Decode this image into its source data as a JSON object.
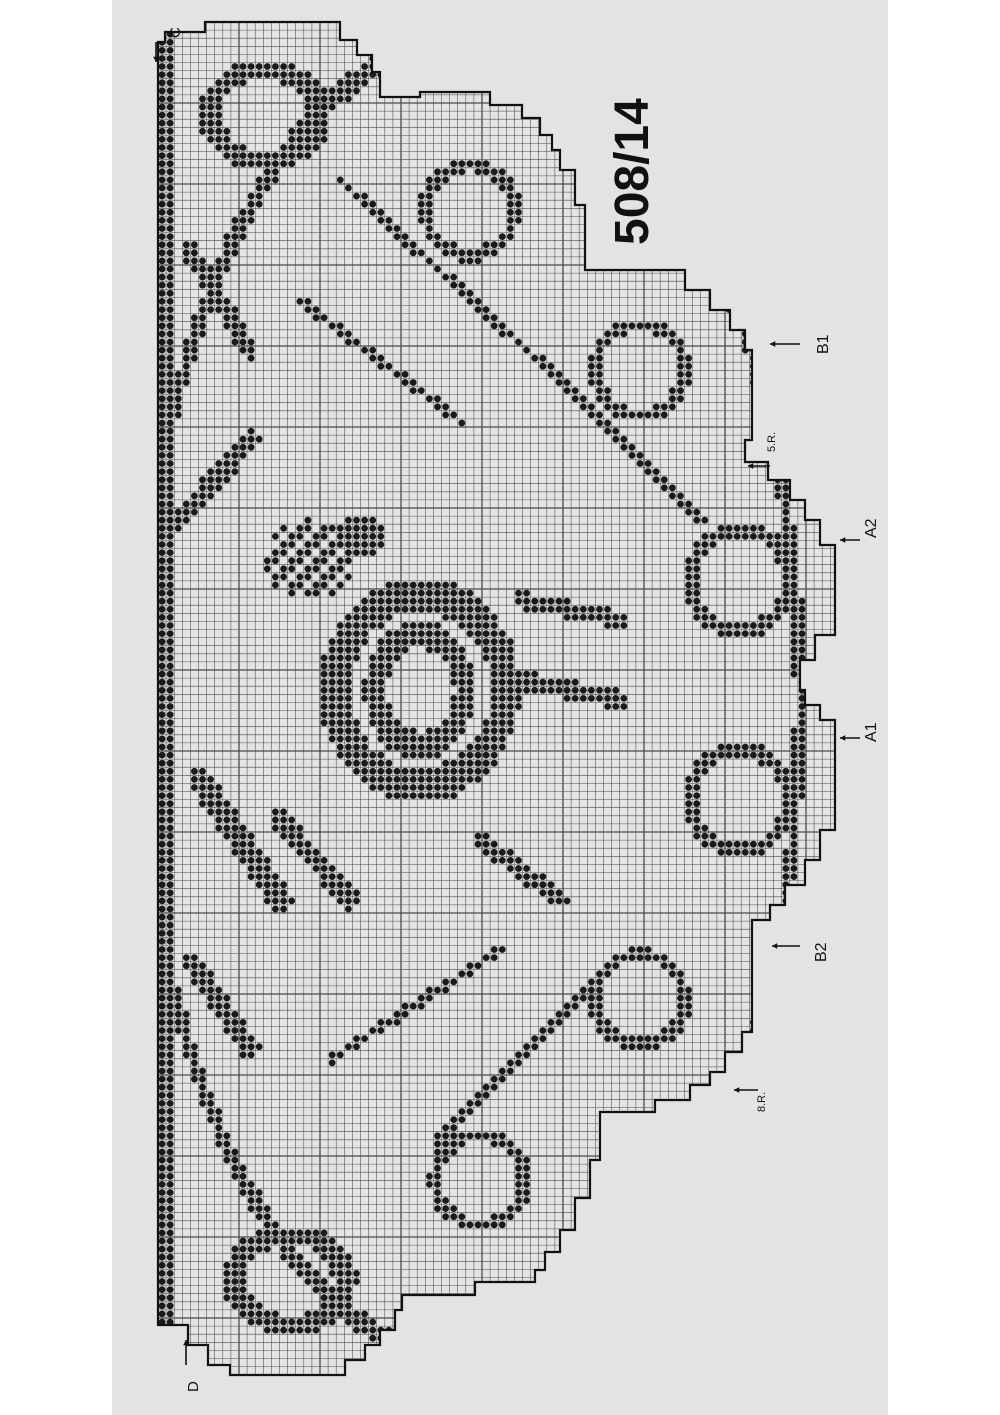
{
  "pattern_number": "508/14",
  "markers": {
    "c": "C",
    "d": "D",
    "b1": "B1",
    "a2": "A2",
    "a1": "A1",
    "b2": "B2",
    "r5": "5.R.",
    "r8": "8.R."
  },
  "colors": {
    "paper": "#e3e3e3",
    "grid_line": "#4a4a4a",
    "filled_mesh": "#1a1a1a"
  },
  "chart_type": "filet crochet half-doily chart",
  "motifs": [
    "rose",
    "leaves",
    "flowers"
  ]
}
